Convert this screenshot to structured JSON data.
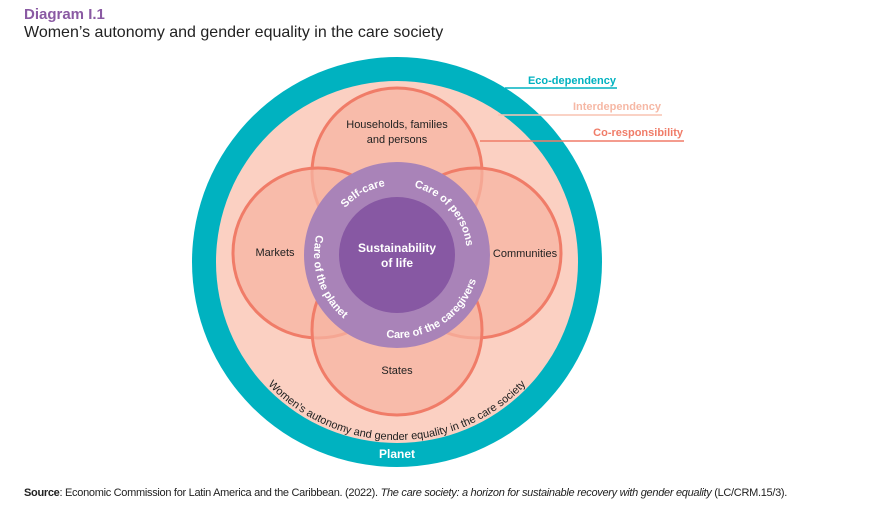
{
  "header": {
    "kicker": "Diagram I.1",
    "title": "Women’s autonomy and gender equality in the care society"
  },
  "diagram": {
    "center": "Sustainability",
    "center_line2": "of life",
    "ring": [
      "Self-care",
      "Care of persons",
      "Care of the caregivers",
      "Care of the planet"
    ],
    "lobes": {
      "top_line1": "Households, families",
      "top_line2": "and persons",
      "left": "Markets",
      "right": "Communities",
      "bottom": "States"
    },
    "arc_text": "Women’s autonomy and gender equality in the care society",
    "planet": "Planet",
    "legend": {
      "eco": "Eco-dependency",
      "inter": "Interdependency",
      "co": "Co-responsibility"
    },
    "colors": {
      "teal": "#00b2c0",
      "pink_bg": "#fbd0c2",
      "lobe": "#f7b4a2",
      "lobe_stroke": "#f07c68",
      "ring": "#a983b8",
      "core": "#8758a3"
    }
  },
  "source": {
    "label": "Source",
    "text1": ": Economic Commission for Latin America and the Caribbean. (2022). ",
    "title": "The care society: a horizon for sustainable recovery with gender equality",
    "text2": " (LC/CRM.15/3)."
  }
}
